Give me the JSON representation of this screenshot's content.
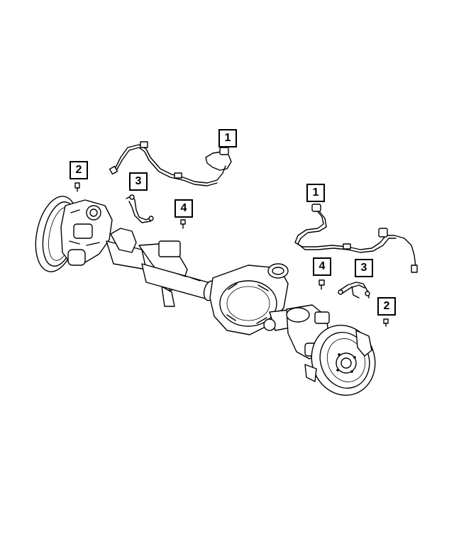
{
  "callouts": {
    "c1a": "1",
    "c2a": "2",
    "c3a": "3",
    "c4a": "4",
    "c1b": "1",
    "c2b": "2",
    "c3b": "3",
    "c4b": "4"
  },
  "colors": {
    "line": "#000000",
    "background": "#ffffff"
  },
  "icons": {
    "axle": "front-axle-assembly-icon",
    "sensor": "wheel-speed-sensor-icon",
    "harness": "sensor-harness-icon",
    "bracket": "harness-bracket-icon",
    "bolt": "bolt-icon"
  }
}
